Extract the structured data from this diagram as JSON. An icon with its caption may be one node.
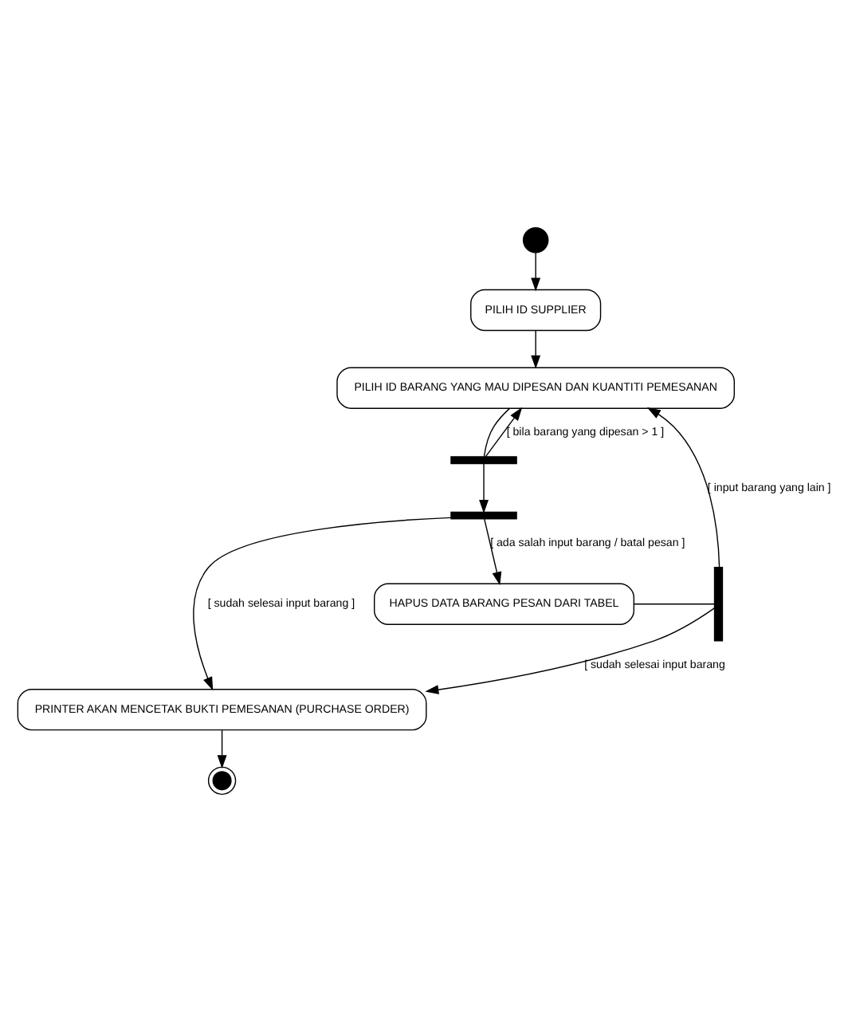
{
  "diagram": {
    "nodes": [
      {
        "text": [],
        "shape": "circle"
      },
      {
        "text": [
          "PILIH ID SUPPLIER"
        ]
      },
      {
        "text": [
          "PILIH ID BARANG YANG MAU DIPESAN DAN KUANTITI PEMESANAN"
        ]
      },
      {
        "text": [],
        "shape": "bar"
      },
      {
        "text": [],
        "shape": "bar"
      },
      {
        "text": [
          "HAPUS DATA BARANG PESAN DARI TABEL"
        ]
      },
      {
        "text": [],
        "shape": "bar"
      },
      {
        "text": [
          "PRINTER AKAN MENCETAK BUKTI PEMESANAN (PURCHASE ORDER)"
        ]
      },
      {
        "text": [],
        "shape": "circle"
      }
    ],
    "edges": [
      {
        "from": 0,
        "to": 1,
        "arrow": "to"
      },
      {
        "from": 1,
        "to": 2,
        "arrow": "to"
      },
      {
        "from": 2,
        "to": 3,
        "arrow": "none"
      },
      {
        "from": 3,
        "to": 2,
        "arrow": "to",
        "label": "[ bila barang yang dipesan > 1 ]"
      },
      {
        "from": 3,
        "to": 4,
        "arrow": "to"
      },
      {
        "from": 4,
        "to": 5,
        "arrow": "to",
        "label": "[ ada salah input barang / batal pesan ]"
      },
      {
        "from": 4,
        "to": 7,
        "arrow": "to",
        "label": "[ sudah selesai input barang ]"
      },
      {
        "from": 5,
        "to": 6,
        "arrow": "none"
      },
      {
        "from": 6,
        "to": 2,
        "arrow": "to",
        "label": "[ input barang yang lain ]"
      },
      {
        "from": 6,
        "to": 7,
        "arrow": "to",
        "label": "[ sudah selesai input barang"
      },
      {
        "from": 7,
        "to": 8,
        "arrow": "to"
      }
    ]
  }
}
